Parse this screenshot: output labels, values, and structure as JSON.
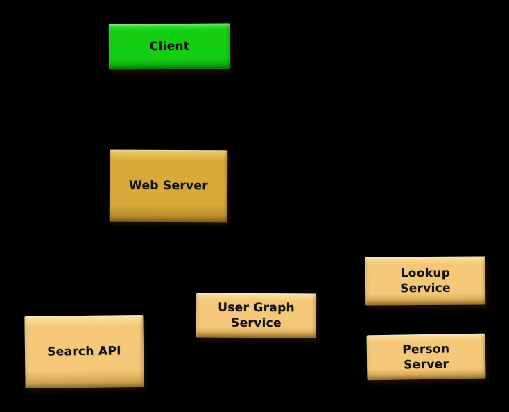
{
  "diagram": {
    "background": "#000000",
    "text_color": "#111111",
    "palette": {
      "green_body": "#13ce13",
      "green_light": "#49e549",
      "green_dark": "#0a9c0a",
      "gold_body": "#d8aa3a",
      "gold_light": "#f0ce67",
      "gold_dark": "#a97f24",
      "tan_body": "#f4c878",
      "tan_light": "#fde3a6",
      "tan_dark": "#c39440"
    },
    "nodes": [
      {
        "id": "client",
        "color": "green",
        "label": "Client",
        "lines": [
          "Client"
        ]
      },
      {
        "id": "web-server",
        "color": "gold",
        "label": "Web Server",
        "lines": [
          "Web Server"
        ]
      },
      {
        "id": "search-api",
        "color": "tan",
        "label": "Search API",
        "lines": [
          "Search API"
        ]
      },
      {
        "id": "user-graph-service",
        "color": "tan",
        "label": "User Graph Service",
        "lines": [
          "User Graph",
          "Service"
        ]
      },
      {
        "id": "lookup-service",
        "color": "tan",
        "label": "Lookup Service",
        "lines": [
          "Lookup",
          "Service"
        ]
      },
      {
        "id": "person-server",
        "color": "tan",
        "label": "Person Server",
        "lines": [
          "Person",
          "Server"
        ]
      }
    ]
  }
}
